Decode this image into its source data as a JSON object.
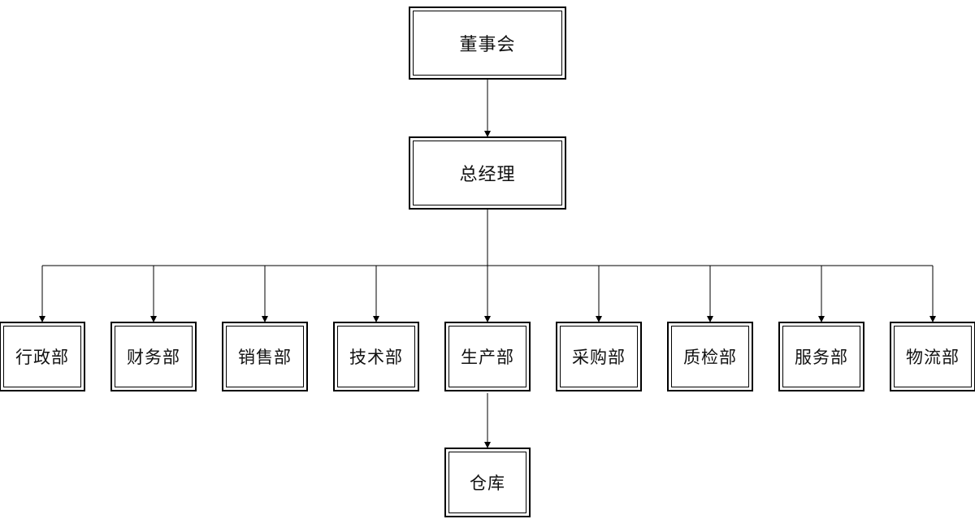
{
  "org_chart": {
    "board": {
      "label": "董事会"
    },
    "general_manager": {
      "label": "总经理"
    },
    "departments": [
      {
        "key": "admin",
        "label": "行政部"
      },
      {
        "key": "finance",
        "label": "财务部"
      },
      {
        "key": "sales",
        "label": "销售部"
      },
      {
        "key": "tech",
        "label": "技术部"
      },
      {
        "key": "production",
        "label": "生产部"
      },
      {
        "key": "purchasing",
        "label": "采购部"
      },
      {
        "key": "qc",
        "label": "质检部"
      },
      {
        "key": "service",
        "label": "服务部"
      },
      {
        "key": "logistics",
        "label": "物流部"
      }
    ],
    "warehouse": {
      "label": "仓库",
      "parent": "production"
    },
    "line_color": "#000000"
  }
}
